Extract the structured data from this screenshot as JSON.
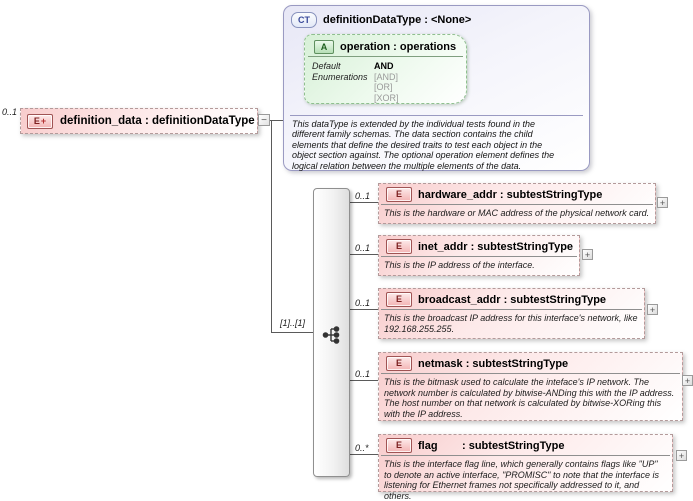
{
  "colors": {
    "element_fill": "#F8CCCC",
    "attribute_fill": "#D7F0D7",
    "complex_type_fill": "#E7E7F6",
    "element_icon_border": "#A05454",
    "connector": "#5A5A5A"
  },
  "icons": {
    "element": "E",
    "expand_plus": "+",
    "collapse_minus": "−",
    "complex_type": "CT",
    "attribute": "A"
  },
  "root_element": {
    "cardinality": "0..1",
    "title": "definition_data : definitionDataType"
  },
  "complex_type": {
    "title": "definitionDataType : <None>",
    "attribute": {
      "title": "operation : operations",
      "default_label": "Default",
      "default_value": "AND",
      "enumerations_label": "Enumerations",
      "enumerations": [
        "[AND]",
        "[OR]",
        "[XOR]"
      ]
    },
    "annotation": "This dataType is extended by the individual tests found in the different family schemas.  The data section contains the child elements that define the desired traits to test each object in the object section against.  The optional operation element defines the logical relation between the multiple elements of the data."
  },
  "sequence": {
    "cardinality": "[1]..[1]"
  },
  "elements": [
    {
      "cardinality": "0..1",
      "title": "hardware_addr : subtestStringType",
      "description": "This is the hardware or MAC address of the physical network card."
    },
    {
      "cardinality": "0..1",
      "title": "inet_addr : subtestStringType",
      "description": "This is the IP address of the interface."
    },
    {
      "cardinality": "0..1",
      "title": "broadcast_addr : subtestStringType",
      "description": "This is the broadcast IP address for this interface's network, like 192.168.255.255."
    },
    {
      "cardinality": "0..1",
      "title": "netmask : subtestStringType",
      "description": "This is the bitmask used to calculate the inteface's IP network.  The network number is calculated by bitwise-ANDing this with the IP address. The host number on that network is calculated by bitwise-XORing this with the IP address."
    },
    {
      "cardinality": "0..*",
      "title": "flag        : subtestStringType",
      "description": "This is the interface flag line, which generally contains flags like \"UP\" to denote an active interface, \"PROMISC\" to note that the interface is listening for Ethernet frames not specifically addressed to it, and others."
    }
  ]
}
